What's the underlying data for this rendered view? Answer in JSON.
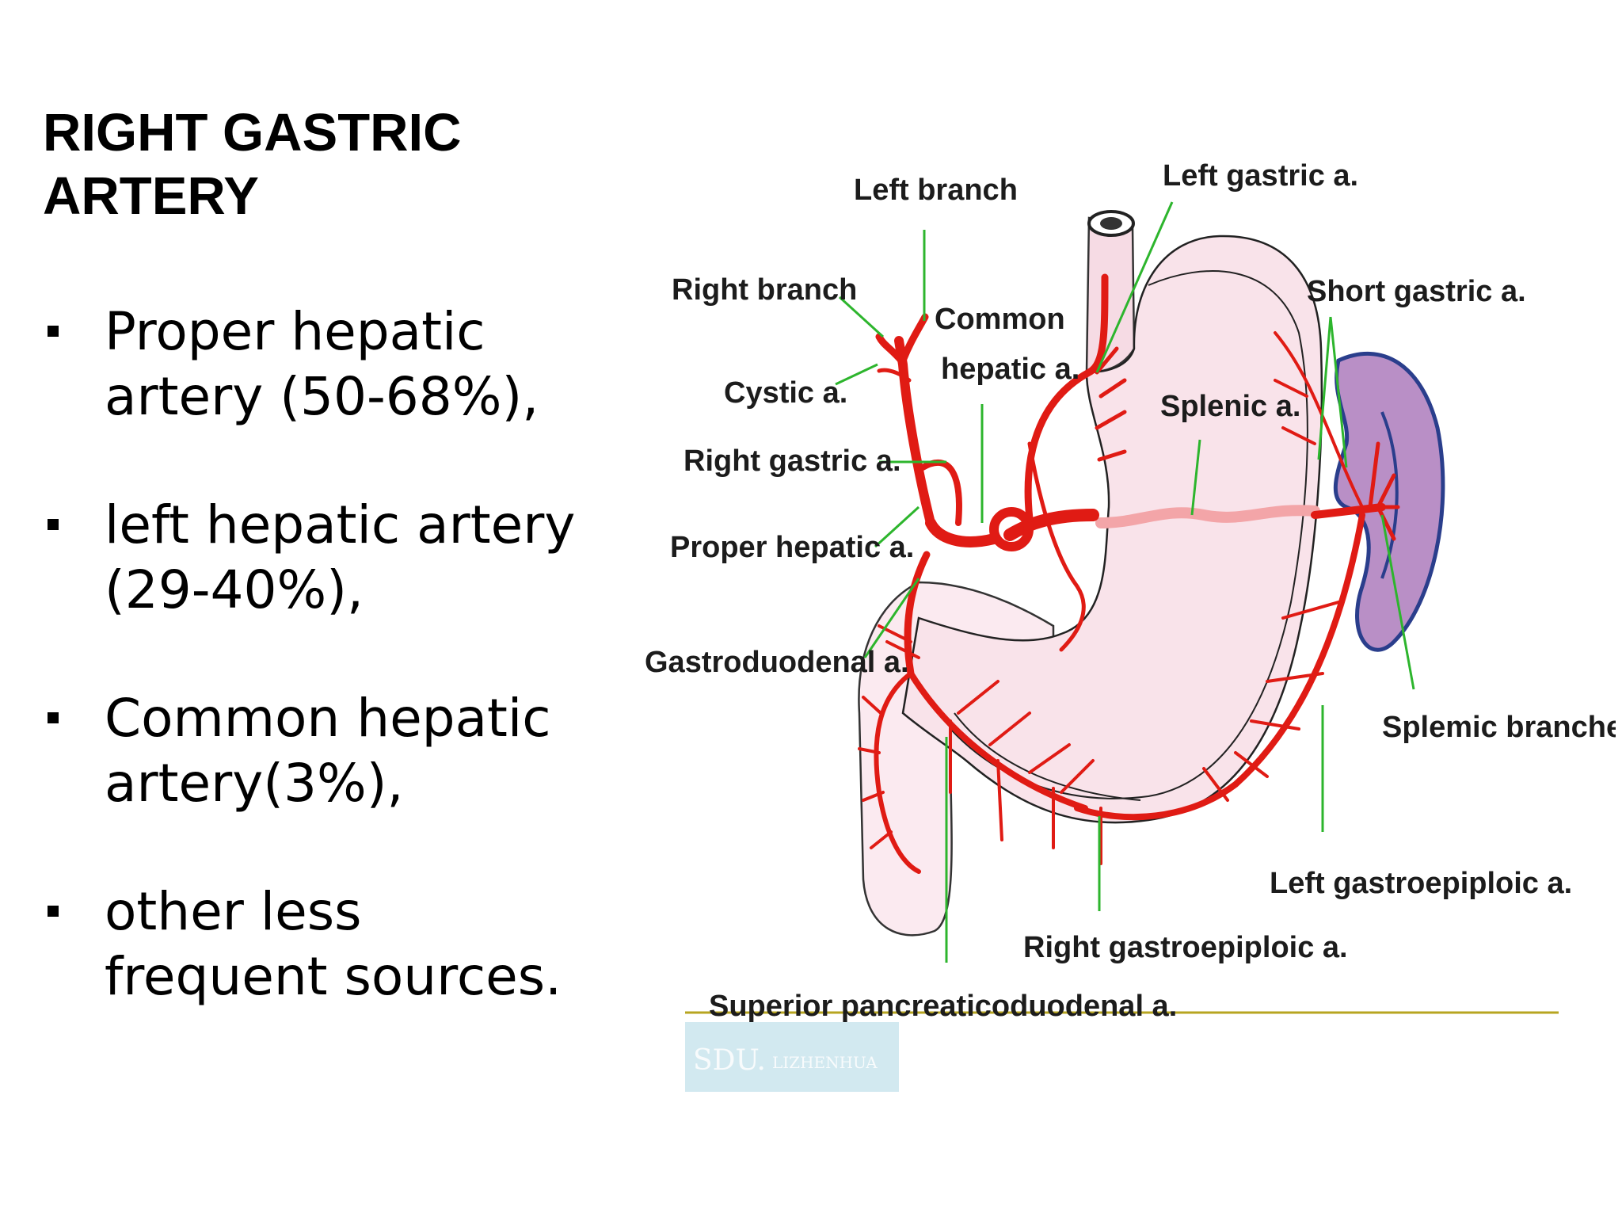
{
  "slide": {
    "title_line1": "RIGHT GASTRIC",
    "title_line2": "ARTERY",
    "bullets": [
      {
        "line1": "Proper hepatic",
        "line2": "artery (50-68%),"
      },
      {
        "line1": "left hepatic artery",
        "line2": "(29-40%),"
      },
      {
        "line1": "Common hepatic",
        "line2": "artery(3%),"
      },
      {
        "line1": "other less",
        "line2": "frequent sources."
      }
    ]
  },
  "diagram": {
    "labels": {
      "left_branch": "Left branch",
      "left_gastric": "Left gastric a.",
      "right_branch": "Right branch",
      "common_hepatic_1": "Common",
      "common_hepatic_2": "hepatic a.",
      "short_gastric": "Short gastric a.",
      "cystic": "Cystic a.",
      "splenic": "Splenic a.",
      "right_gastric": "Right gastric a.",
      "proper_hepatic": "Proper hepatic a.",
      "gastroduodenal": "Gastroduodenal a.",
      "splenic_branches": "Splemic branches",
      "left_gastroepiploic": "Left gastroepiploic a.",
      "right_gastroepiploic": "Right gastroepiploic a.",
      "superior_pancreaticoduodenal": "Superior pancreaticoduodenal a."
    },
    "watermark": {
      "main": "SDU.",
      "sub": "LIZHENHUA"
    },
    "colors": {
      "artery": "#e01b14",
      "stomach_fill": "#f9e3ea",
      "spleen_fill": "#b98fc6",
      "spleen_outline": "#2a3e8c",
      "leader_line": "#2db52d",
      "baseline": "#b7a521"
    }
  }
}
